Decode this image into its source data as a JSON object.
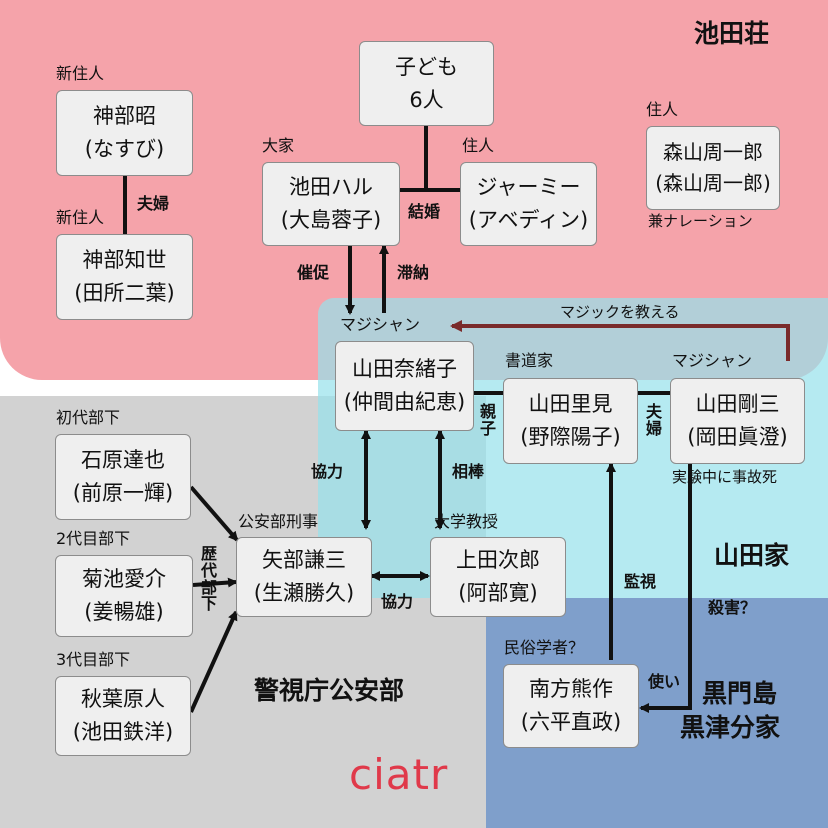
{
  "colors": {
    "ikeda": "#f5a3aa",
    "koan": "#d2d2d2",
    "yamada": "#a6e3ea",
    "kokumon": "#7f9fcb",
    "brand": "#e0394a",
    "magic_arrow": "#7a2b2b"
  },
  "regions": {
    "ikeda": "池田荘",
    "yamada": "山田家",
    "koan": "警視庁公安部",
    "kokumon_1": "黒門島",
    "kokumon_2": "黒津分家"
  },
  "logo": "ciatr",
  "people": {
    "kanbe_akira": {
      "role": "新住人",
      "name": "神部昭",
      "actor": "(なすび)"
    },
    "kanbe_chise": {
      "role": "新住人",
      "name": "神部知世",
      "actor": "(田所二葉)"
    },
    "children": {
      "line1": "子ども",
      "line2": "6人"
    },
    "ikeda_haru": {
      "role": "大家",
      "name": "池田ハル",
      "actor": "(大島蓉子)"
    },
    "jamie": {
      "role": "住人",
      "name": "ジャーミー",
      "actor": "(アベディン)"
    },
    "moriyama": {
      "role": "住人",
      "name": "森山周一郎",
      "actor": "(森山周一郎)",
      "note": "兼ナレーション"
    },
    "naoko": {
      "role": "マジシャン",
      "name": "山田奈緒子",
      "actor": "(仲間由紀恵)"
    },
    "satomi": {
      "role": "書道家",
      "name": "山田里見",
      "actor": "(野際陽子)"
    },
    "gozo": {
      "role": "マジシャン",
      "name": "山田剛三",
      "actor": "(岡田眞澄)",
      "note": "実験中に事故死"
    },
    "ishihara": {
      "role": "初代部下",
      "name": "石原達也",
      "actor": "(前原一輝)"
    },
    "kikuchi": {
      "role": "2代目部下",
      "name": "菊池愛介",
      "actor": "(姜暢雄)"
    },
    "akihabara": {
      "role": "3代目部下",
      "name": "秋葉原人",
      "actor": "(池田鉄洋)"
    },
    "yabe": {
      "role": "公安部刑事",
      "name": "矢部謙三",
      "actor": "(生瀬勝久)"
    },
    "ueda": {
      "role": "大学教授",
      "name": "上田次郎",
      "actor": "(阿部寛)"
    },
    "minakata": {
      "role": "民俗学者？",
      "name": "南方熊作",
      "actor": "(六平直政)"
    }
  },
  "relations": {
    "fuufu_kanbe": "夫婦",
    "kekkon": "結婚",
    "saisoku": "催促",
    "tainou": "滞納",
    "magic": "マジックを教える",
    "oyako": "親子",
    "fuufu_yamada": "夫婦",
    "kyouryoku_1": "協力",
    "aibou": "相棒",
    "rekidai_buka": "歴代部下",
    "kyouryoku_2": "協力",
    "kanshi": "監視",
    "tsukai": "使い",
    "satsugai": "殺害？"
  }
}
